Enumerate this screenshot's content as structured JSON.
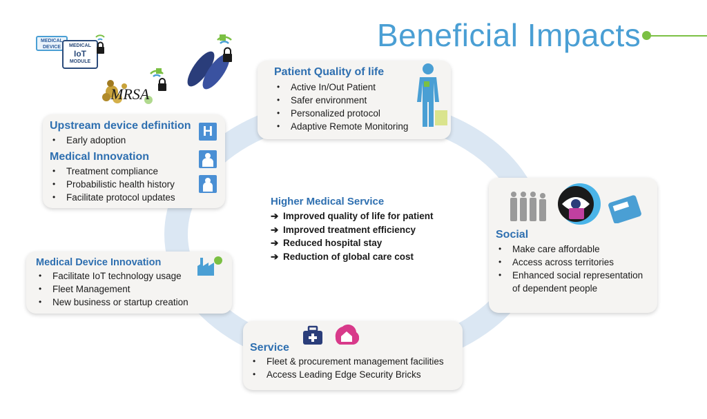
{
  "title": "Beneficial Impacts",
  "center": {
    "heading": "Higher Medical Service",
    "arrow": "➔",
    "items": [
      "Improved quality of life for patient",
      "Improved treatment efficiency",
      "Reduced hospital stay",
      "Reduction of global care cost"
    ]
  },
  "patient": {
    "heading": "Patient Quality of life",
    "items": [
      "Active In/Out Patient",
      "Safer environment",
      "Personalized protocol",
      "Adaptive Remote Monitoring"
    ]
  },
  "upstream": {
    "heading": "Upstream device definition",
    "items": [
      "Early adoption"
    ],
    "heading2": "Medical Innovation",
    "items2": [
      "Treatment compliance",
      "Probabilistic health history",
      "Facilitate protocol updates"
    ],
    "badge": "H"
  },
  "social": {
    "heading": "Social",
    "items": [
      "Make care affordable",
      "Access across territories",
      "Enhanced social representation",
      "of dependent people"
    ]
  },
  "device": {
    "heading": "Medical Device Innovation",
    "items": [
      "Facilitate IoT technology usage",
      "Fleet Management",
      "New business or startup creation"
    ]
  },
  "service": {
    "heading": "Service",
    "items": [
      "Fleet & procurement  management facilities",
      "Access Leading Edge Security Bricks"
    ]
  },
  "logos": {
    "medical_device_line1": "MEDICAL",
    "medical_device_line2": "DEVICE",
    "iot_module_line1": "MEDICAL",
    "iot_module_line2": "IoT",
    "iot_module_line3": "MODULE",
    "mrsa": "MRSA"
  },
  "colors": {
    "accent_blue": "#2e6fb0",
    "title_blue": "#4a9fd4",
    "green": "#7bc043",
    "ring": "#dbe7f3",
    "card_bg": "#f5f4f2"
  }
}
